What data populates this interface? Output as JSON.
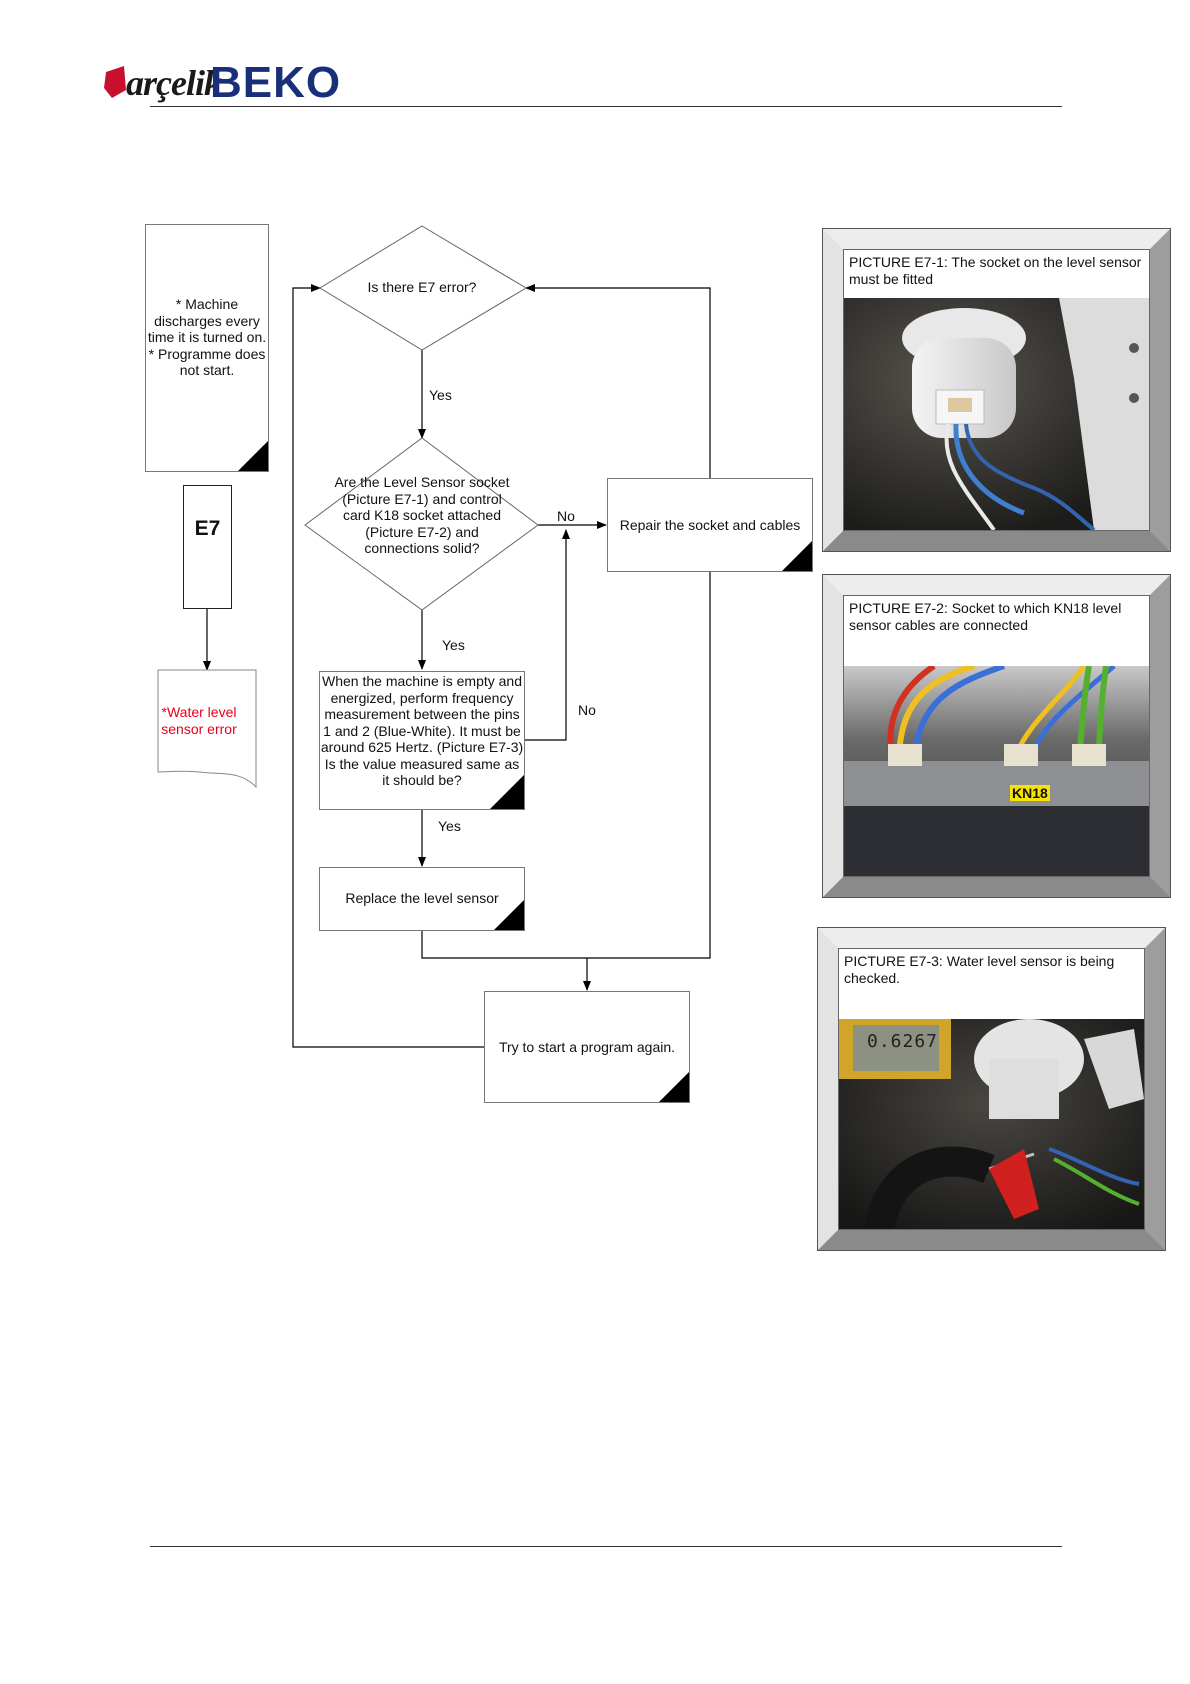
{
  "header": {
    "brand_arcelik": "arçelik",
    "brand_beko": "BEKO"
  },
  "flow": {
    "symptom": "* Machine discharges every time it is turned on.\n* Programme does not start.",
    "code": "E7",
    "error_name": "*Water level sensor error",
    "q1": "Is there E7 error?",
    "q2": "Are the Level Sensor socket (Picture E7-1) and control card K18 socket attached (Picture E7-2) and connections solid?",
    "repair": "Repair the socket and cables",
    "q3": "When the machine is empty and energized, perform frequency measurement between the pins 1 and 2 (Blue-White). It must be around 625 Hertz. (Picture E7-3) Is the value measured same as it should be?",
    "replace": "Replace the level sensor",
    "retry": "Try to start a program again.",
    "yes1": "Yes",
    "yes2": "Yes",
    "yes3": "Yes",
    "no1": "No",
    "no2": "No"
  },
  "pictures": {
    "p1_caption": "PICTURE E7-1: The socket on the level sensor must be fitted",
    "p2_caption": "PICTURE E7-2: Socket to which KN18 level sensor cables are connected",
    "p2_tag": "KN18",
    "p3_caption": "PICTURE E7-3: Water level sensor is being checked.",
    "p3_meter": "0.6267"
  },
  "colors": {
    "beko_blue": "#1a2f7a",
    "logo_red": "#c8102e",
    "error_red": "#e8001c",
    "tag_yellow": "#f5e400"
  }
}
